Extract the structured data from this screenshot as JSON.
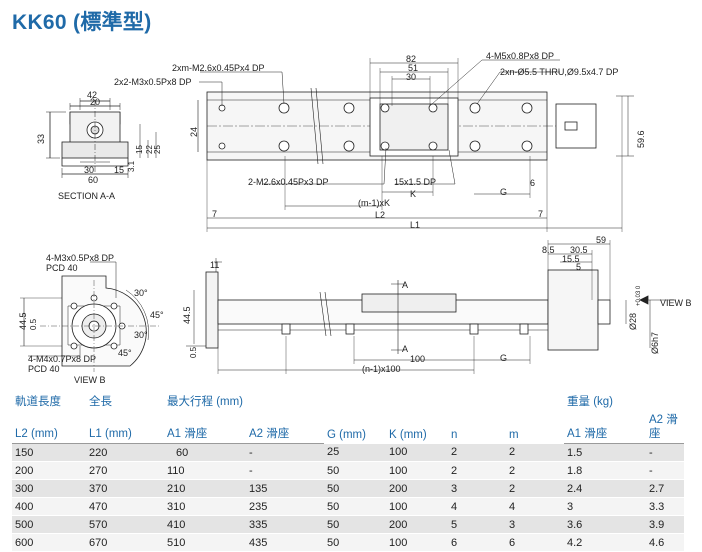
{
  "title": "KK60 (標準型)",
  "drawing_labels": {
    "top_left_a": "2xm-M2.6x0.45Px4 DP",
    "top_left_b": "2x2-M3x0.5Px8 DP",
    "top_right_a": "4-M5x0.8Px8 DP",
    "top_right_b": "2xn-Ø5.5 THRU,Ø9.5x4.7 DP",
    "bottom_a": "2-M2.6x0.45Px3 DP",
    "bottom_b": "15x1.5 DP",
    "dim_82": "82",
    "dim_51": "51",
    "dim_30": "30",
    "dim_24": "24",
    "dim_59_6": "59.6",
    "dim_6": "6",
    "dim_7": "7",
    "dim_k": "K",
    "dim_g": "G",
    "dim_mk": "(m-1)xK",
    "dim_l2": "L2",
    "dim_l1": "L1",
    "sec_42": "42",
    "sec_20": "20",
    "sec_33": "33",
    "sec_30": "30",
    "sec_15": "15",
    "sec_60": "60",
    "sec_15v": "15",
    "sec_22": "22",
    "sec_25": "25",
    "sec_31": "3.1",
    "section_aa": "SECTION A-A",
    "vb_holes_a": "4-M3x0.5Px8 DP",
    "vb_pcd_a": "PCD 40",
    "vb_holes_b": "4-M4x0.7Px8 DP",
    "vb_pcd_b": "PCD 40",
    "vb_30": "30°",
    "vb_45": "45°",
    "vb_44_5": "44.5",
    "vb_0_5": "0.5",
    "view_b": "VIEW B",
    "side_11": "11",
    "side_44_5": "44.5",
    "side_0_5": "0.5",
    "side_100": "100",
    "side_g": "G",
    "side_n100": "(n-1)x100",
    "side_a": "A",
    "side_a2": "A",
    "r_59": "59",
    "r_30_5": "30.5",
    "r_8_5": "8.5",
    "r_15_5": "15.5",
    "r_5": "5",
    "r_28": "Ø28",
    "r_tol": "+0.03 0",
    "r_6h7": "Ø6h7",
    "view_b_right": "VIEW B"
  },
  "table": {
    "headers_row1": [
      "軌道長度",
      "全長",
      "最大行程 (mm)",
      "",
      "G (mm)",
      "K (mm)",
      "n",
      "m",
      "重量 (kg)",
      ""
    ],
    "headers_row2": [
      "L2 (mm)",
      "L1 (mm)",
      "A1 滑座",
      "A2 滑座",
      "",
      "",
      "",
      "",
      "A1 滑座",
      "A2 滑座"
    ],
    "rows": [
      [
        "150",
        "220",
        "60",
        "-",
        "25",
        "100",
        "2",
        "2",
        "1.5",
        "-"
      ],
      [
        "200",
        "270",
        "110",
        "-",
        "50",
        "100",
        "2",
        "2",
        "1.8",
        "-"
      ],
      [
        "300",
        "370",
        "210",
        "135",
        "50",
        "200",
        "3",
        "2",
        "2.4",
        "2.7"
      ],
      [
        "400",
        "470",
        "310",
        "235",
        "50",
        "100",
        "4",
        "4",
        "3",
        "3.3"
      ],
      [
        "500",
        "570",
        "410",
        "335",
        "50",
        "200",
        "5",
        "3",
        "3.6",
        "3.9"
      ],
      [
        "600",
        "670",
        "510",
        "435",
        "50",
        "100",
        "6",
        "6",
        "4.2",
        "4.6"
      ]
    ]
  }
}
